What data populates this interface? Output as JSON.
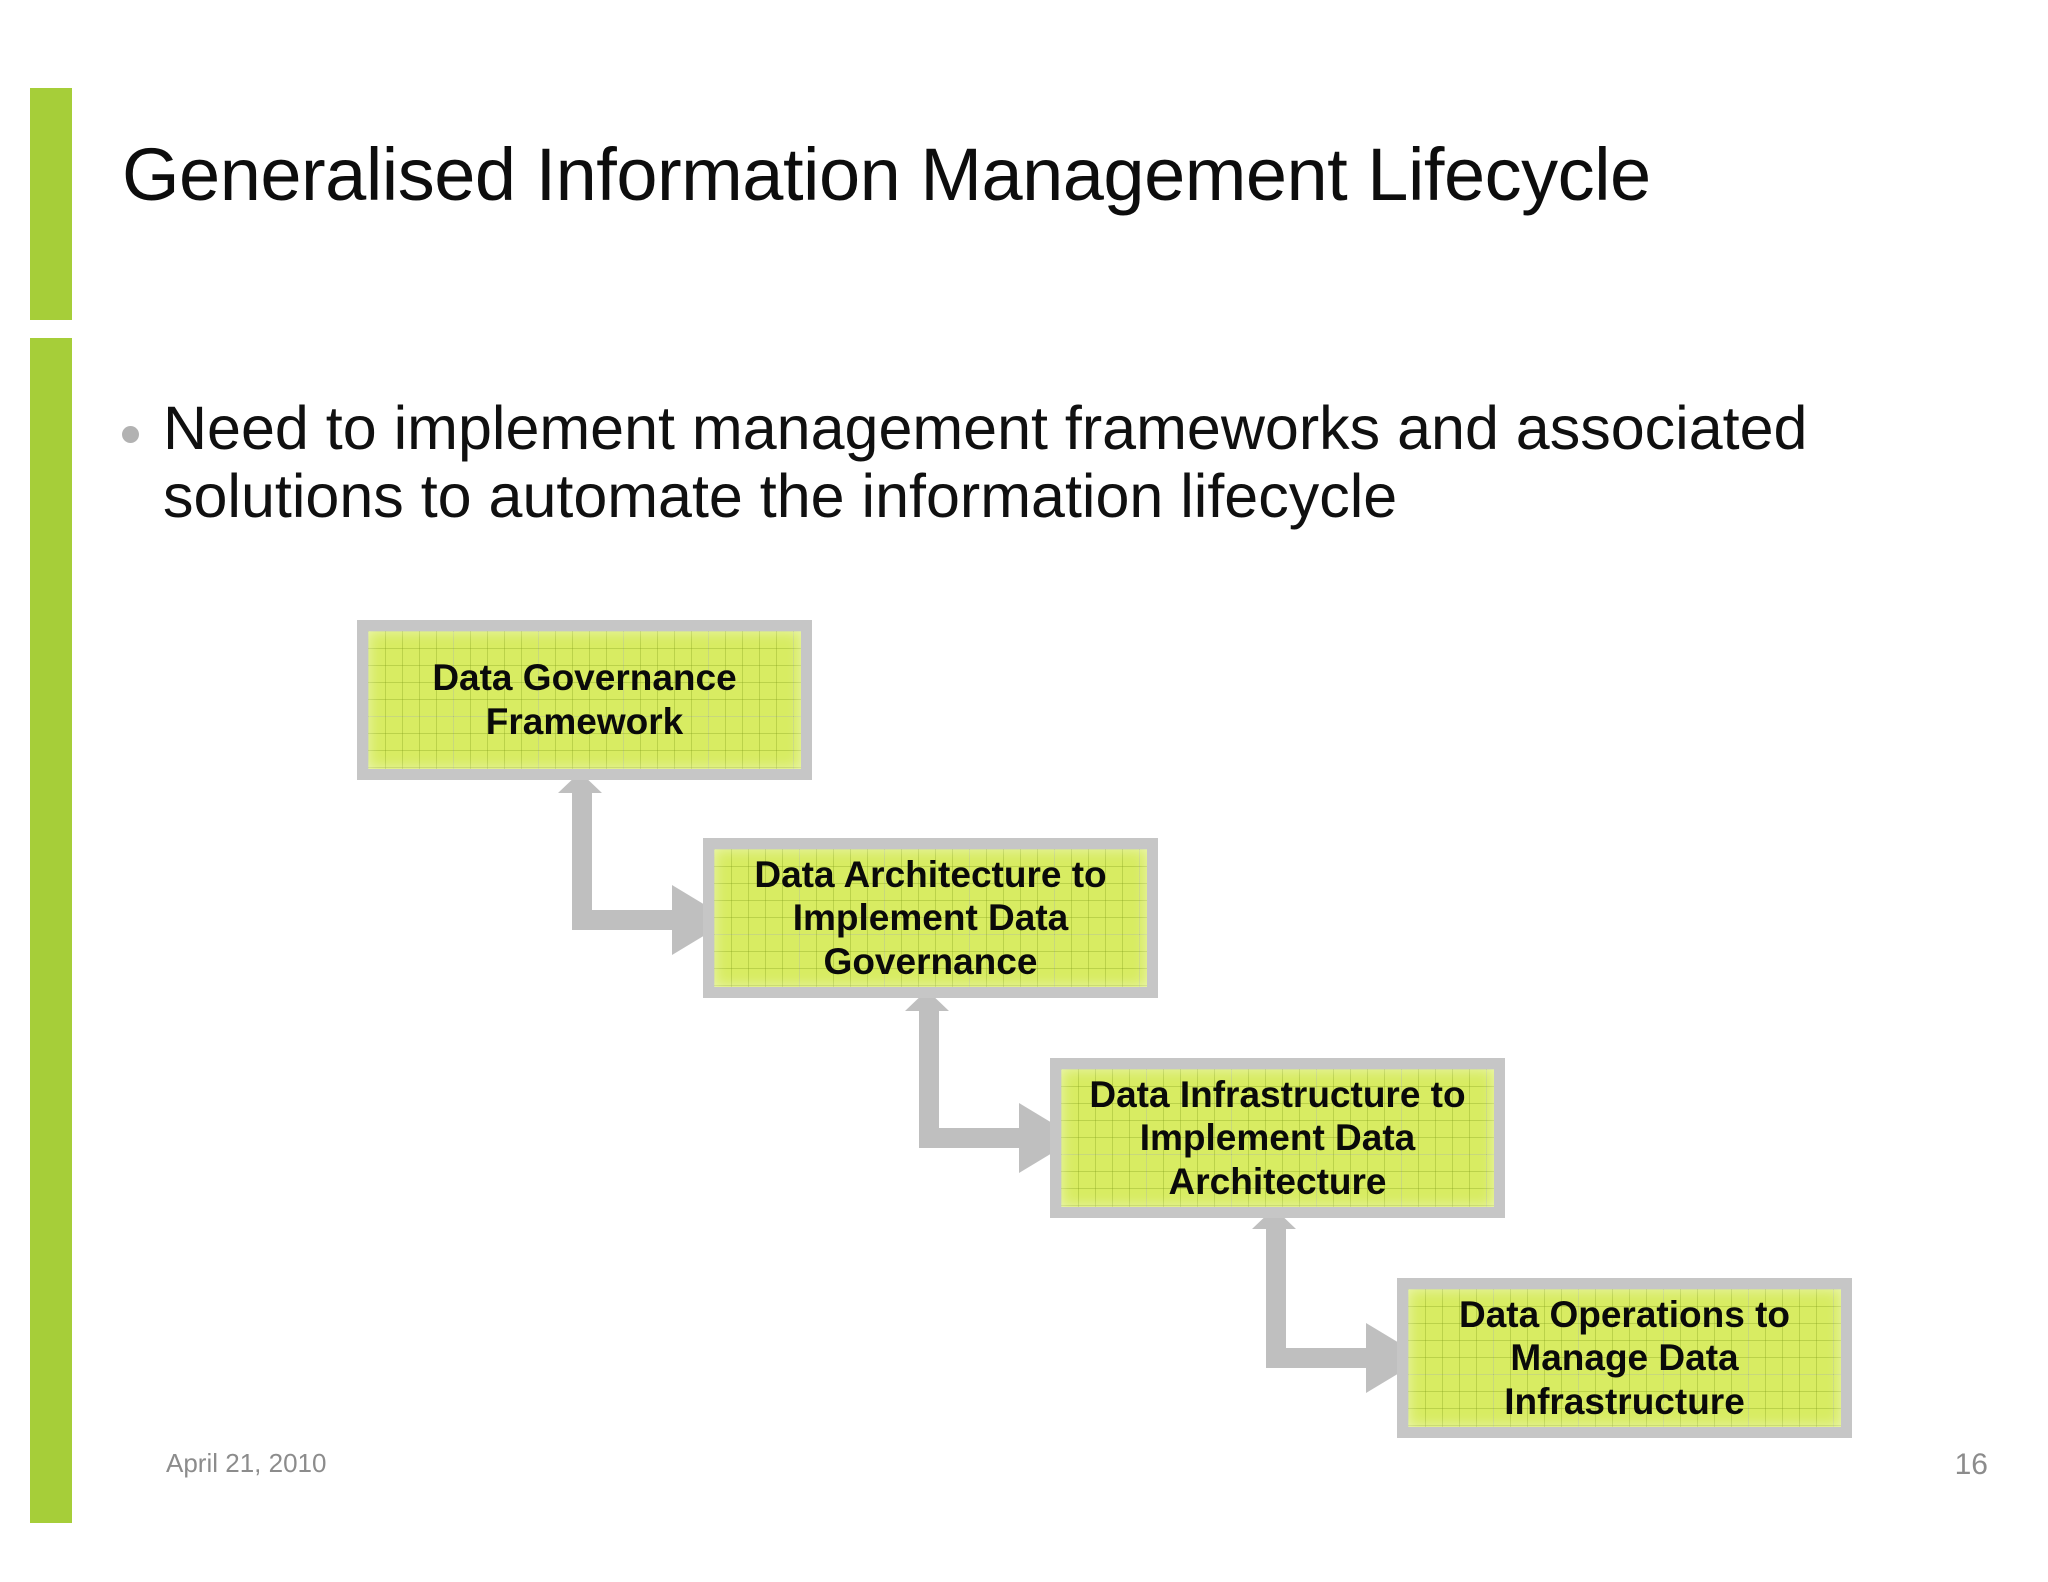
{
  "slide": {
    "title": "Generalised Information Management Lifecycle",
    "accent_color": "#A6CE39",
    "background_color": "#FFFFFF",
    "bullets": [
      {
        "marker": "bullet-dot",
        "text": "Need to implement management frameworks and associated solutions to automate the information lifecycle"
      }
    ],
    "footer": {
      "date": "April 21, 2010",
      "page_number": "16"
    }
  },
  "diagram": {
    "type": "staircase-flow",
    "node_fill_color": "#D8EC62",
    "node_border_color": "#C6C6C6",
    "connector_color": "#BFBFBF",
    "nodes": [
      {
        "id": "node-1",
        "label": "Data Governance\nFramework"
      },
      {
        "id": "node-2",
        "label": "Data Architecture to\nImplement Data\nGovernance"
      },
      {
        "id": "node-3",
        "label": "Data Infrastructure to\nImplement Data\nArchitecture"
      },
      {
        "id": "node-4",
        "label": "Data Operations to\nManage Data\nInfrastructure"
      }
    ],
    "connectors": [
      {
        "from": "node-1",
        "to": "node-2"
      },
      {
        "from": "node-2",
        "to": "node-3"
      },
      {
        "from": "node-3",
        "to": "node-4"
      }
    ]
  }
}
